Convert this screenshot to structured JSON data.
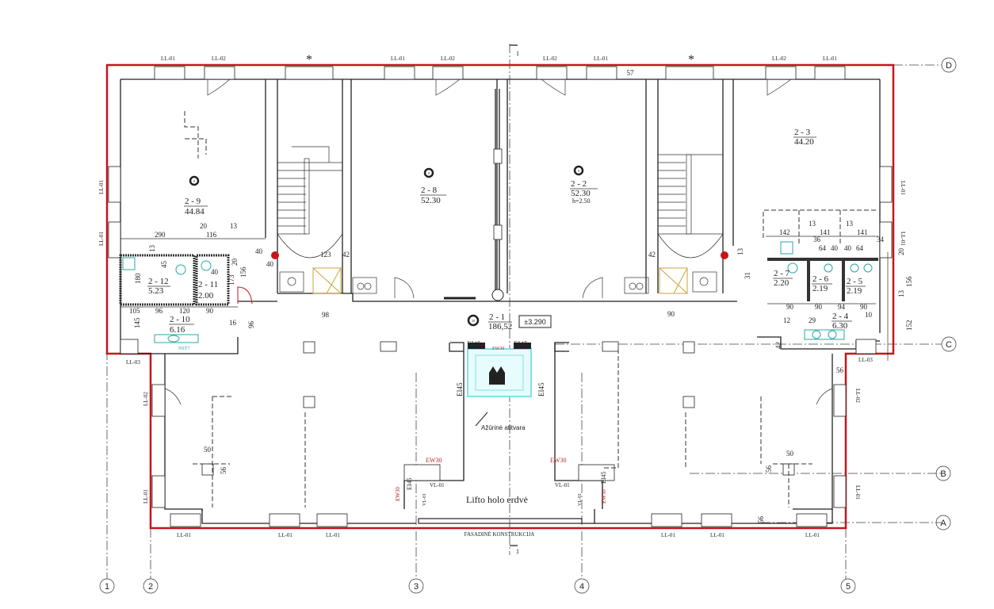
{
  "colors": {
    "boundary": "#c4161c",
    "walls": "#222222",
    "fixtures": "#2aa7a6",
    "fire_rating": "#b5262b",
    "lift": "#7fe3ea"
  },
  "axes": {
    "columns": [
      "1",
      "2",
      "3",
      "4",
      "5"
    ],
    "rows": [
      "D",
      "C",
      "B",
      "A"
    ],
    "section_mark": "1"
  },
  "windows": {
    "top": [
      "LL-01",
      "LL-02",
      "LL-01",
      "LL-02",
      "LL-02",
      "LL-01",
      "LL-02",
      "LL-01"
    ],
    "top_stair_marks": [
      "*",
      "*"
    ],
    "left": [
      "LL-01",
      "LL-01",
      "LL-03",
      "LL-02",
      "LL-01"
    ],
    "right": [
      "LL-01",
      "LL-01",
      "LL-03",
      "LL-02",
      "LL-01"
    ],
    "bottom": [
      "LL-01",
      "LL-01",
      "LL-01",
      "LL-01",
      "LL-01",
      "LL-01"
    ],
    "facade": "FASADINĖ KONSTRUKCIJA"
  },
  "rooms": [
    {
      "id": "2 - 9",
      "area": "44.84",
      "tag": "8"
    },
    {
      "id": "2 - 8",
      "area": "52.30",
      "tag": "8"
    },
    {
      "id": "2 - 2",
      "area": "52.30",
      "height": "h=2.50",
      "tag": "8"
    },
    {
      "id": "2 - 3",
      "area": "44.20"
    },
    {
      "id": "2 - 12",
      "area": "5.23"
    },
    {
      "id": "2 - 11",
      "area": "2.00"
    },
    {
      "id": "2 - 10",
      "area": "6.16"
    },
    {
      "id": "2 - 7",
      "area": "2.20"
    },
    {
      "id": "2 - 6",
      "area": "2.19"
    },
    {
      "id": "2 - 5",
      "area": "2.19"
    },
    {
      "id": "2 - 4",
      "area": "6.30"
    },
    {
      "id": "2 - 1",
      "area": "186,52",
      "tag": "20"
    }
  ],
  "level": "±3.290",
  "annotations": {
    "lift_hall": "Lifto holo erdvė",
    "openwork_barrier": "Ažūrinė atitvara",
    "fire_ei": "EI45",
    "fire_ew": "EW30",
    "vl": "VL-01",
    "fire_hose": "NST7",
    "top_dim": "57"
  },
  "dimensions_left": [
    "290",
    "20",
    "116",
    "13",
    "40",
    "45",
    "180",
    "156",
    "173",
    "40",
    "105",
    "96",
    "120",
    "90",
    "145",
    "96",
    "16",
    "13",
    "20"
  ],
  "dimensions_center": [
    "123",
    "42",
    "98",
    "40",
    "42",
    "90",
    "31",
    "13"
  ],
  "dimensions_right": [
    "142",
    "13",
    "141",
    "13",
    "141",
    "36",
    "64",
    "40",
    "40",
    "64",
    "34",
    "90",
    "90",
    "94",
    "90",
    "29",
    "12",
    "10",
    "42",
    "20",
    "156",
    "13",
    "152",
    "56"
  ],
  "dimensions_lower": [
    "50",
    "56",
    "50",
    "56",
    "56"
  ]
}
